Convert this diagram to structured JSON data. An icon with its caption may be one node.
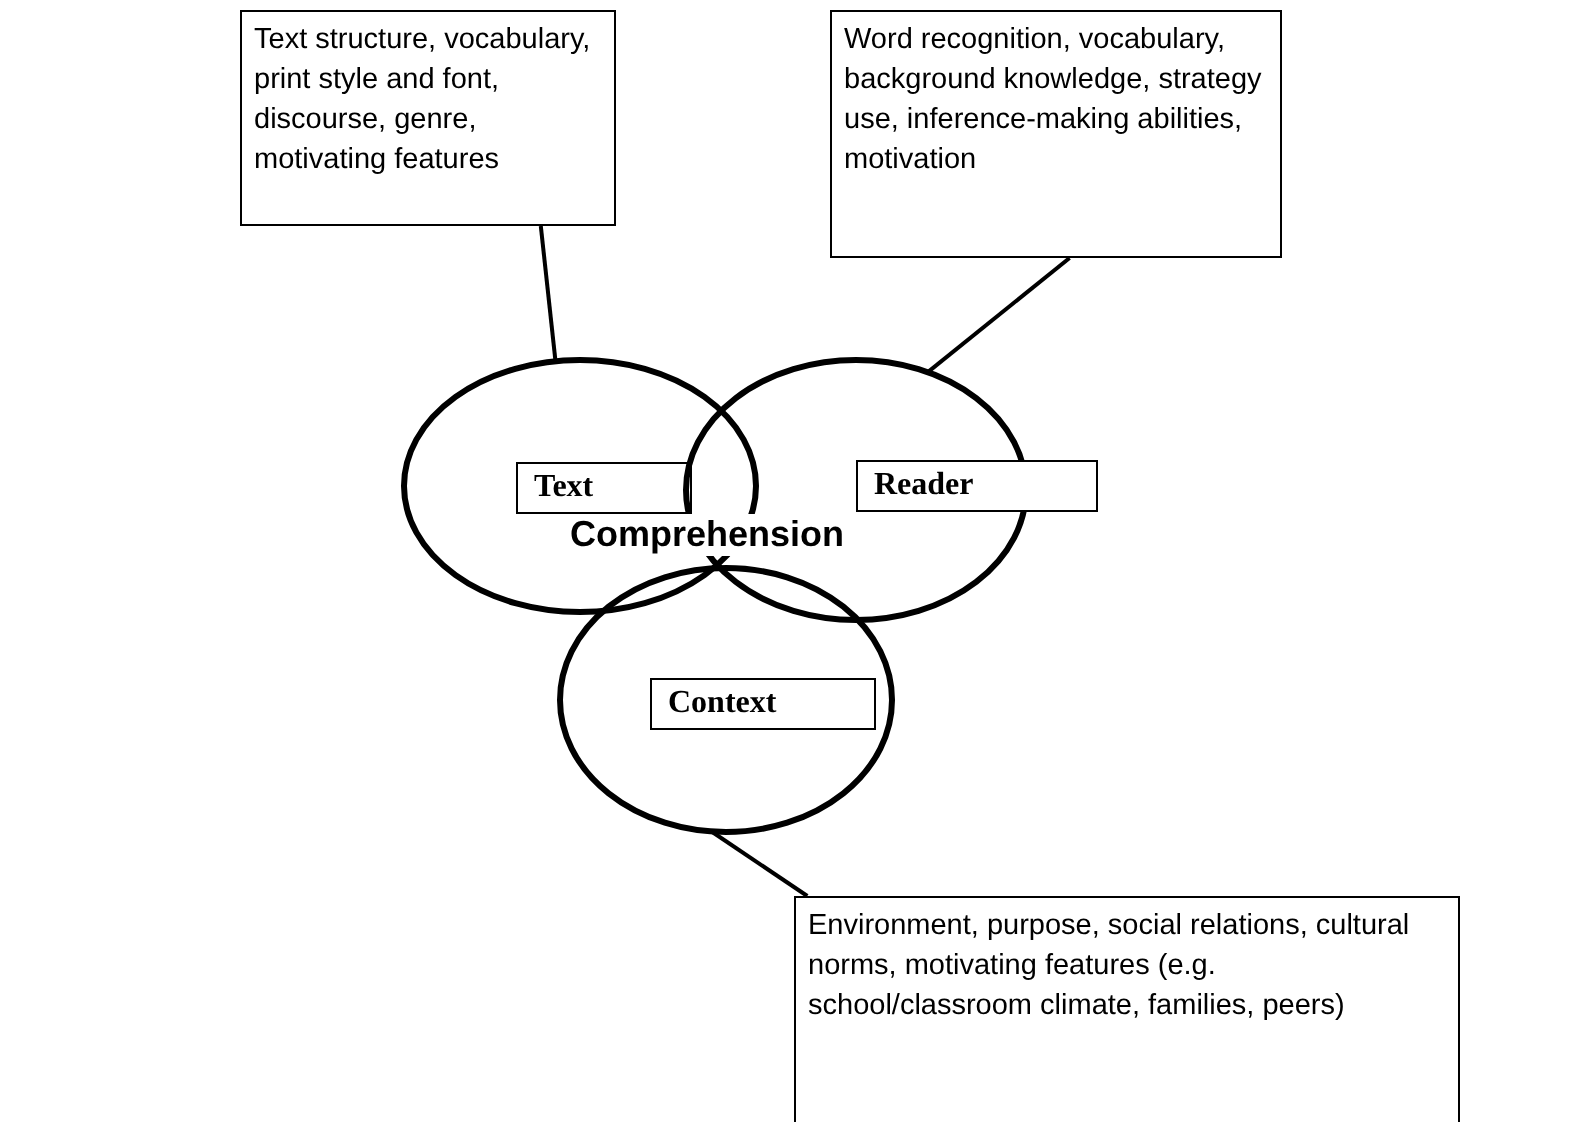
{
  "diagram": {
    "nodes": [
      {
        "text": [
          "Text structure, vocabulary, print style and font, discourse, genre, motivating features"
        ]
      },
      {
        "text": [
          "Word recognition, vocabulary, background knowledge, strategy use, inference-making abilities, motivation"
        ]
      },
      {
        "text": [
          "Text"
        ]
      },
      {
        "text": [
          "Reader"
        ]
      },
      {
        "text": [
          "Context"
        ]
      },
      {
        "text": [
          "Environment, purpose, social relations, cultural norms, motivating features (e.g. school/classroom climate, families, peers)"
        ]
      }
    ],
    "edges": [
      {
        "from": 0,
        "to": 2,
        "arrow": "none"
      },
      {
        "from": 1,
        "to": 3,
        "arrow": "none"
      },
      {
        "from": 4,
        "to": 5,
        "arrow": "none"
      }
    ],
    "labels": [
      "Comprehension"
    ]
  }
}
